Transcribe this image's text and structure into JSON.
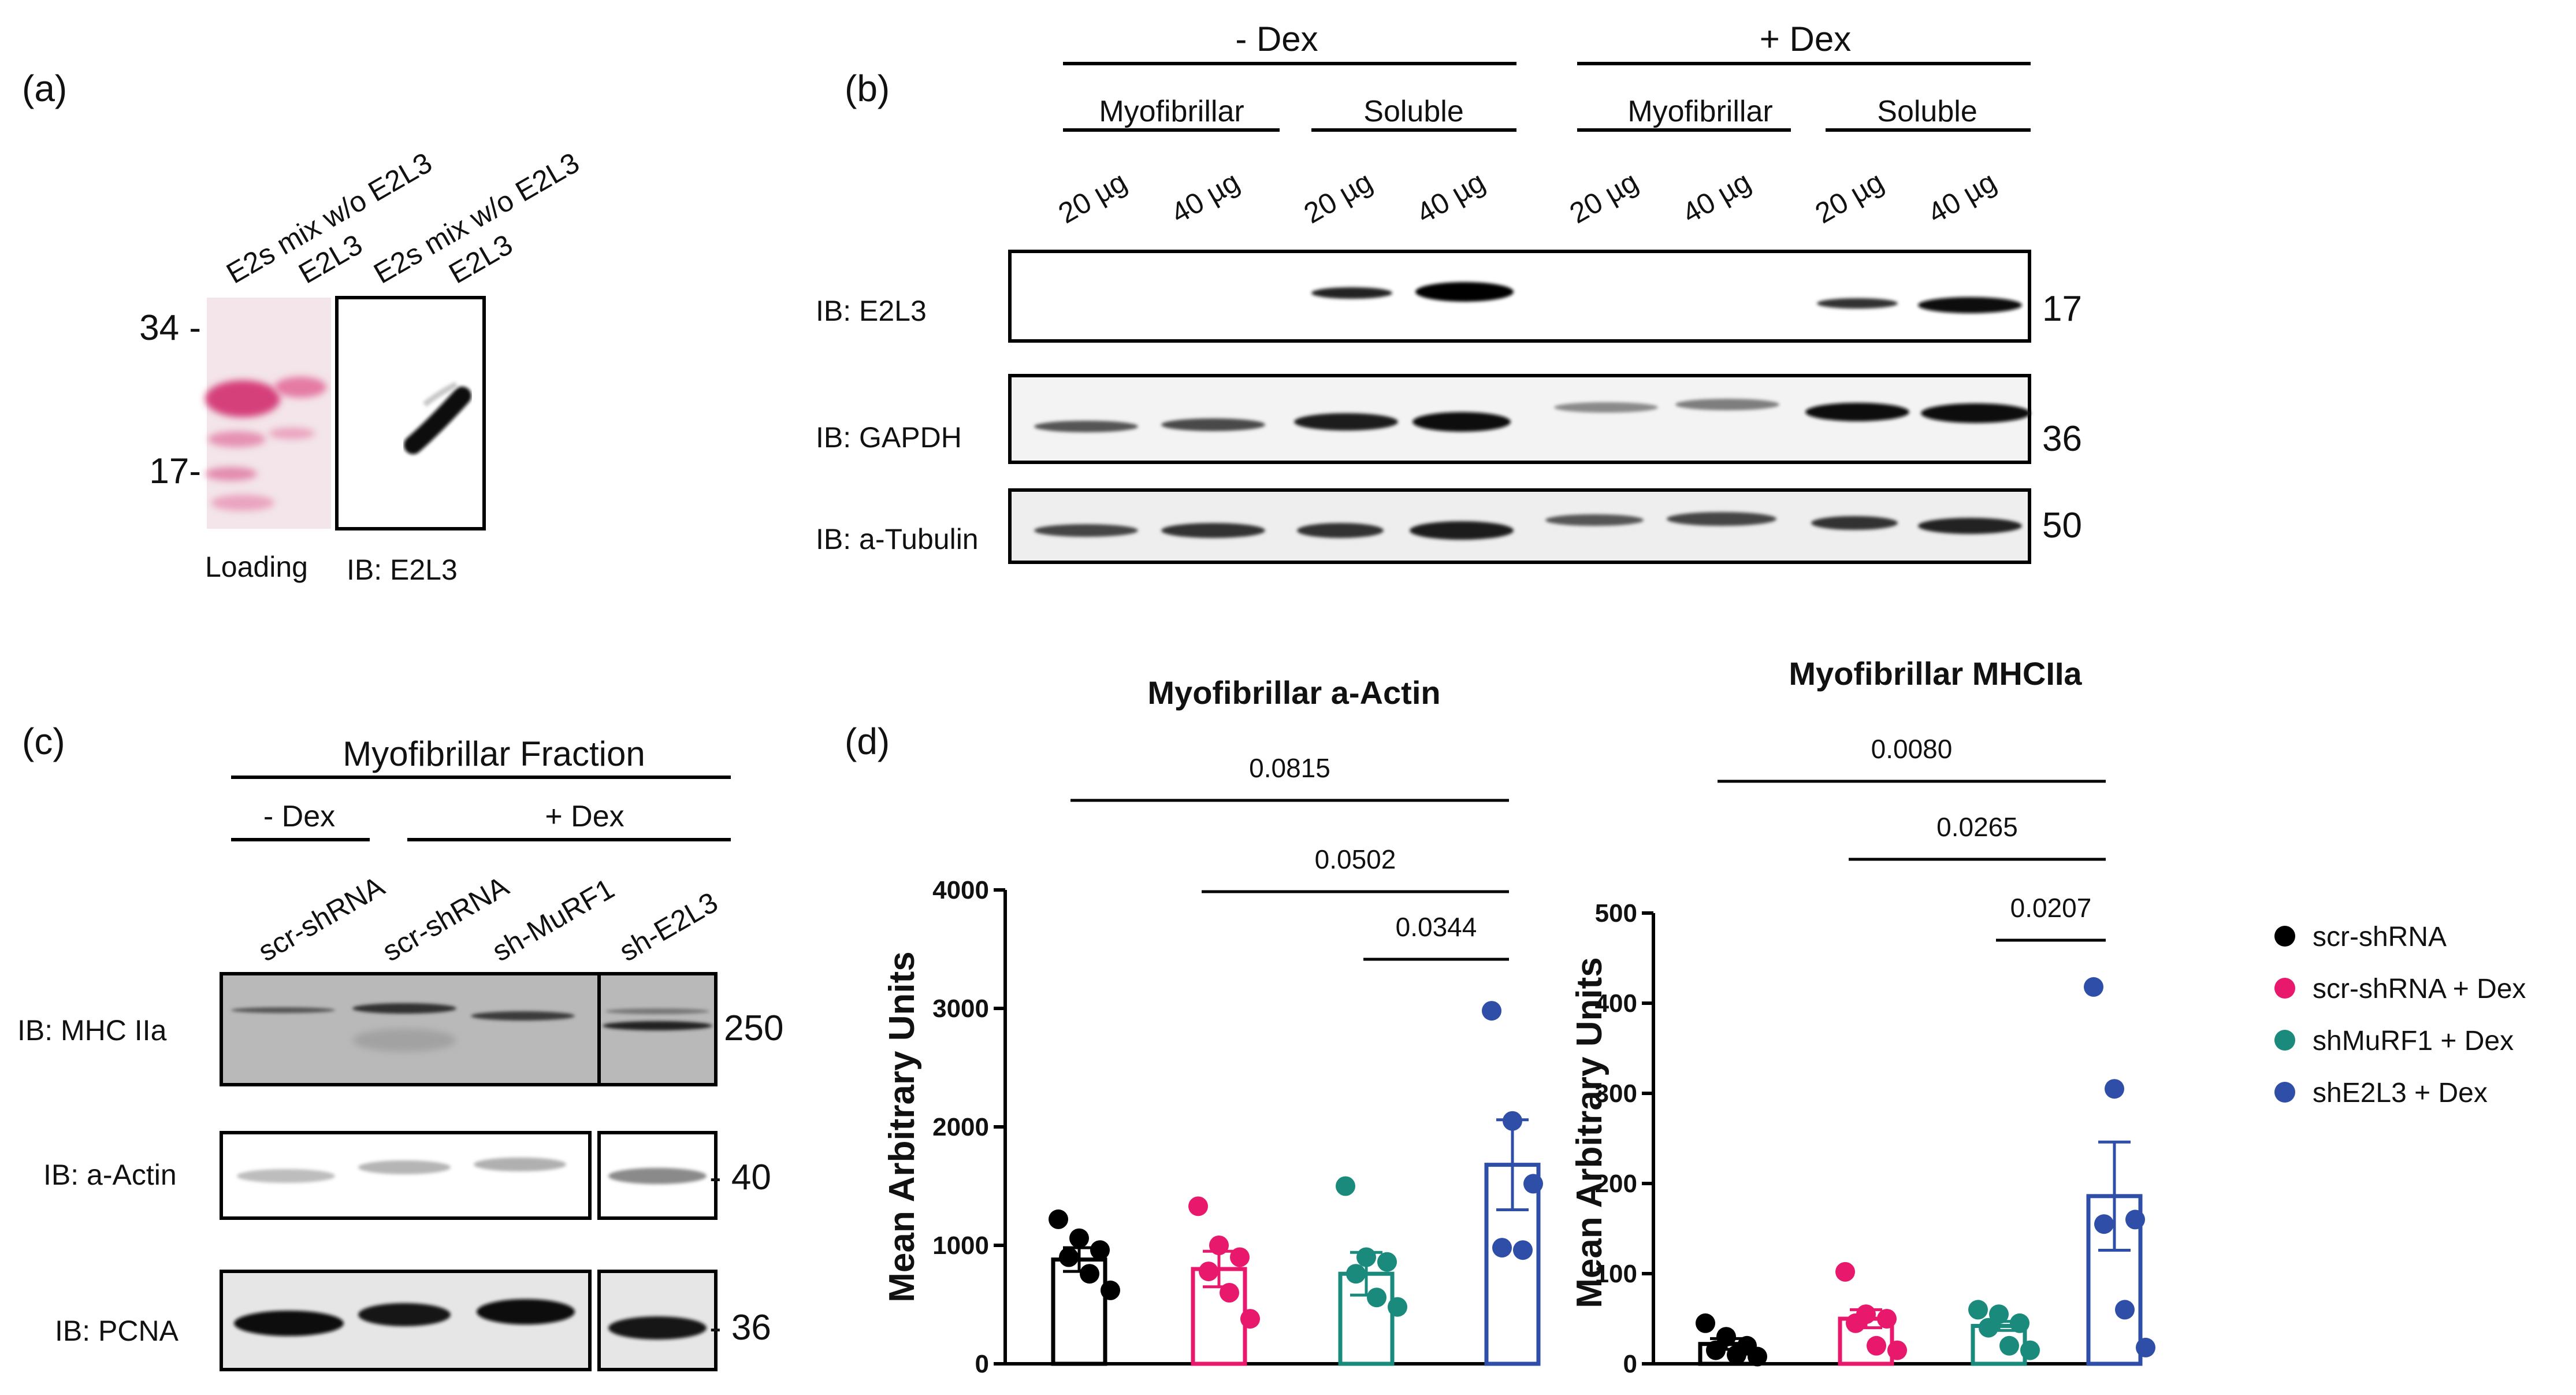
{
  "panel_labels": {
    "a": "(a)",
    "b": "(b)",
    "c": "(c)",
    "d": "(d)"
  },
  "panel_a": {
    "lanes": [
      "E2s mix w/o E2L3",
      "E2L3",
      "E2s mix w/o E2L3",
      "E2L3"
    ],
    "markers": [
      "34 -",
      "17-"
    ],
    "captions": {
      "loading": "Loading",
      "ib": "IB: E2L3"
    }
  },
  "panel_b": {
    "groups": [
      "- Dex",
      "+ Dex"
    ],
    "fractions": [
      "Myofibrillar",
      "Soluble",
      "Myofibrillar",
      "Soluble"
    ],
    "lanes": [
      "20 µg",
      "40 µg",
      "20 µg",
      "40 µg",
      "20 µg",
      "40 µg",
      "20 µg",
      "40 µg"
    ],
    "blots": [
      {
        "label": "IB: E2L3",
        "mw": "17"
      },
      {
        "label": "IB: GAPDH",
        "mw": "36"
      },
      {
        "label": "IB: a-Tubulin",
        "mw": "50"
      }
    ]
  },
  "panel_c": {
    "title": "Myofibrillar Fraction",
    "groups": [
      "- Dex",
      "+ Dex"
    ],
    "lanes": [
      "scr-shRNA",
      "scr-shRNA",
      "sh-MuRF1",
      "sh-E2L3"
    ],
    "blots": [
      {
        "label": "IB: MHC IIa",
        "mw": "250"
      },
      {
        "label": "IB: a-Actin",
        "mw": "- 40"
      },
      {
        "label": "IB: PCNA",
        "mw": "- 36"
      }
    ]
  },
  "legend": [
    {
      "name": "scr-shRNA",
      "color": "#000000"
    },
    {
      "name": "scr-shRNA + Dex",
      "color": "#e8186d"
    },
    {
      "name": "shMuRF1 + Dex",
      "color": "#1a8a7d"
    },
    {
      "name": "shE2L3 + Dex",
      "color": "#2f4ea8"
    }
  ],
  "chart_data": [
    {
      "type": "bar",
      "title": "Myofibrillar a-Actin",
      "ylabel": "Mean Arbitrary Units",
      "ylim": [
        0,
        4000
      ],
      "yticks": [
        "0",
        "1000",
        "2000",
        "3000",
        "4000"
      ],
      "categories": [
        "scr-shRNA",
        "scr-shRNA + Dex",
        "shMuRF1 + Dex",
        "shE2L3 + Dex"
      ],
      "values": [
        880,
        800,
        760,
        1680
      ],
      "sem": [
        100,
        150,
        180,
        380
      ],
      "points": [
        [
          1220,
          1060,
          960,
          900,
          760,
          620
        ],
        [
          1330,
          1000,
          900,
          780,
          600,
          380
        ],
        [
          1500,
          900,
          860,
          760,
          560,
          480
        ],
        [
          2980,
          2050,
          1520,
          980,
          960
        ]
      ],
      "comparisons": [
        {
          "from": 0,
          "to": 3,
          "p": "0.0815"
        },
        {
          "from": 1,
          "to": 3,
          "p": "0.0502"
        },
        {
          "from": 2,
          "to": 3,
          "p": "0.0344"
        }
      ]
    },
    {
      "type": "bar",
      "title": "Myofibrillar MHCIIa",
      "ylabel": "Mean Arbitrary Units",
      "ylim": [
        0,
        500
      ],
      "yticks": [
        "0",
        "100",
        "200",
        "300",
        "400",
        "500"
      ],
      "categories": [
        "scr-shRNA",
        "scr-shRNA + Dex",
        "shMuRF1 + Dex",
        "shE2L3 + Dex"
      ],
      "values": [
        22,
        50,
        42,
        186
      ],
      "sem": [
        6,
        10,
        5,
        60
      ],
      "points": [
        [
          45,
          30,
          20,
          15,
          10,
          8
        ],
        [
          102,
          55,
          50,
          45,
          20,
          15
        ],
        [
          60,
          55,
          45,
          40,
          20,
          15
        ],
        [
          418,
          305,
          160,
          155,
          60,
          18
        ]
      ],
      "comparisons": [
        {
          "from": 0,
          "to": 3,
          "p": "0.0080"
        },
        {
          "from": 1,
          "to": 3,
          "p": "0.0265"
        },
        {
          "from": 2,
          "to": 3,
          "p": "0.0207"
        }
      ]
    }
  ]
}
